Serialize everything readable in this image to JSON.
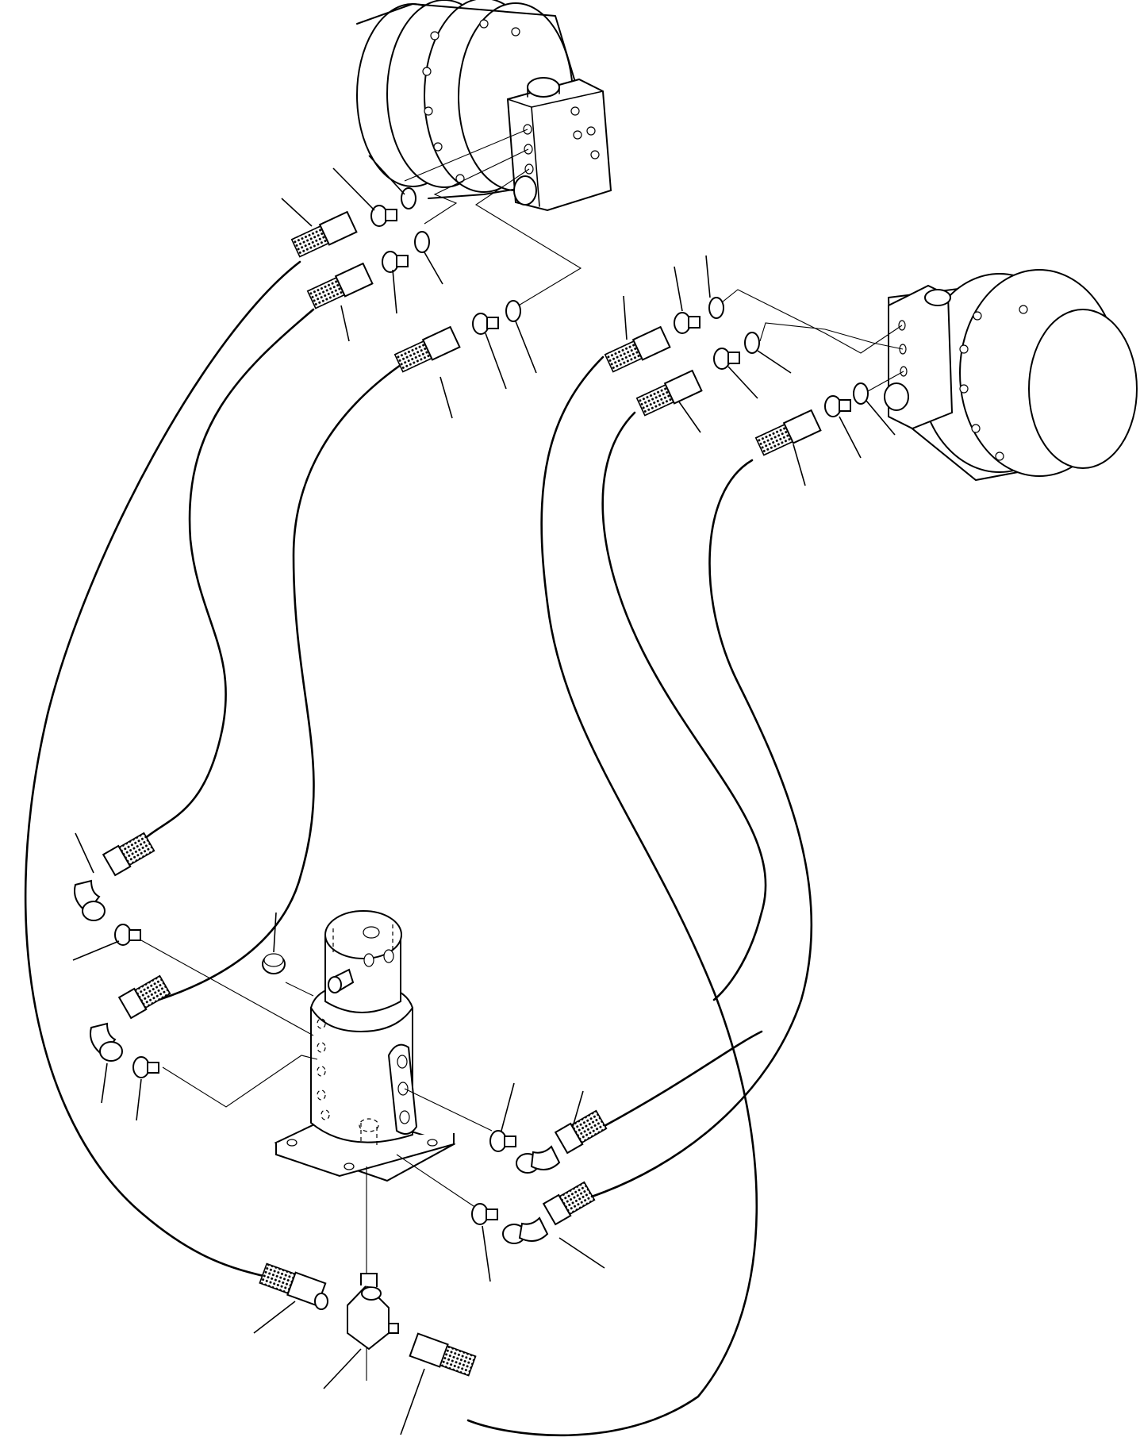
{
  "diagram": {
    "components": [
      {
        "name": "travel-motor-left"
      },
      {
        "name": "travel-motor-right"
      },
      {
        "name": "swivel-joint"
      }
    ],
    "hoses": 6,
    "colors": {
      "line": "#000000",
      "background": "#ffffff"
    }
  }
}
